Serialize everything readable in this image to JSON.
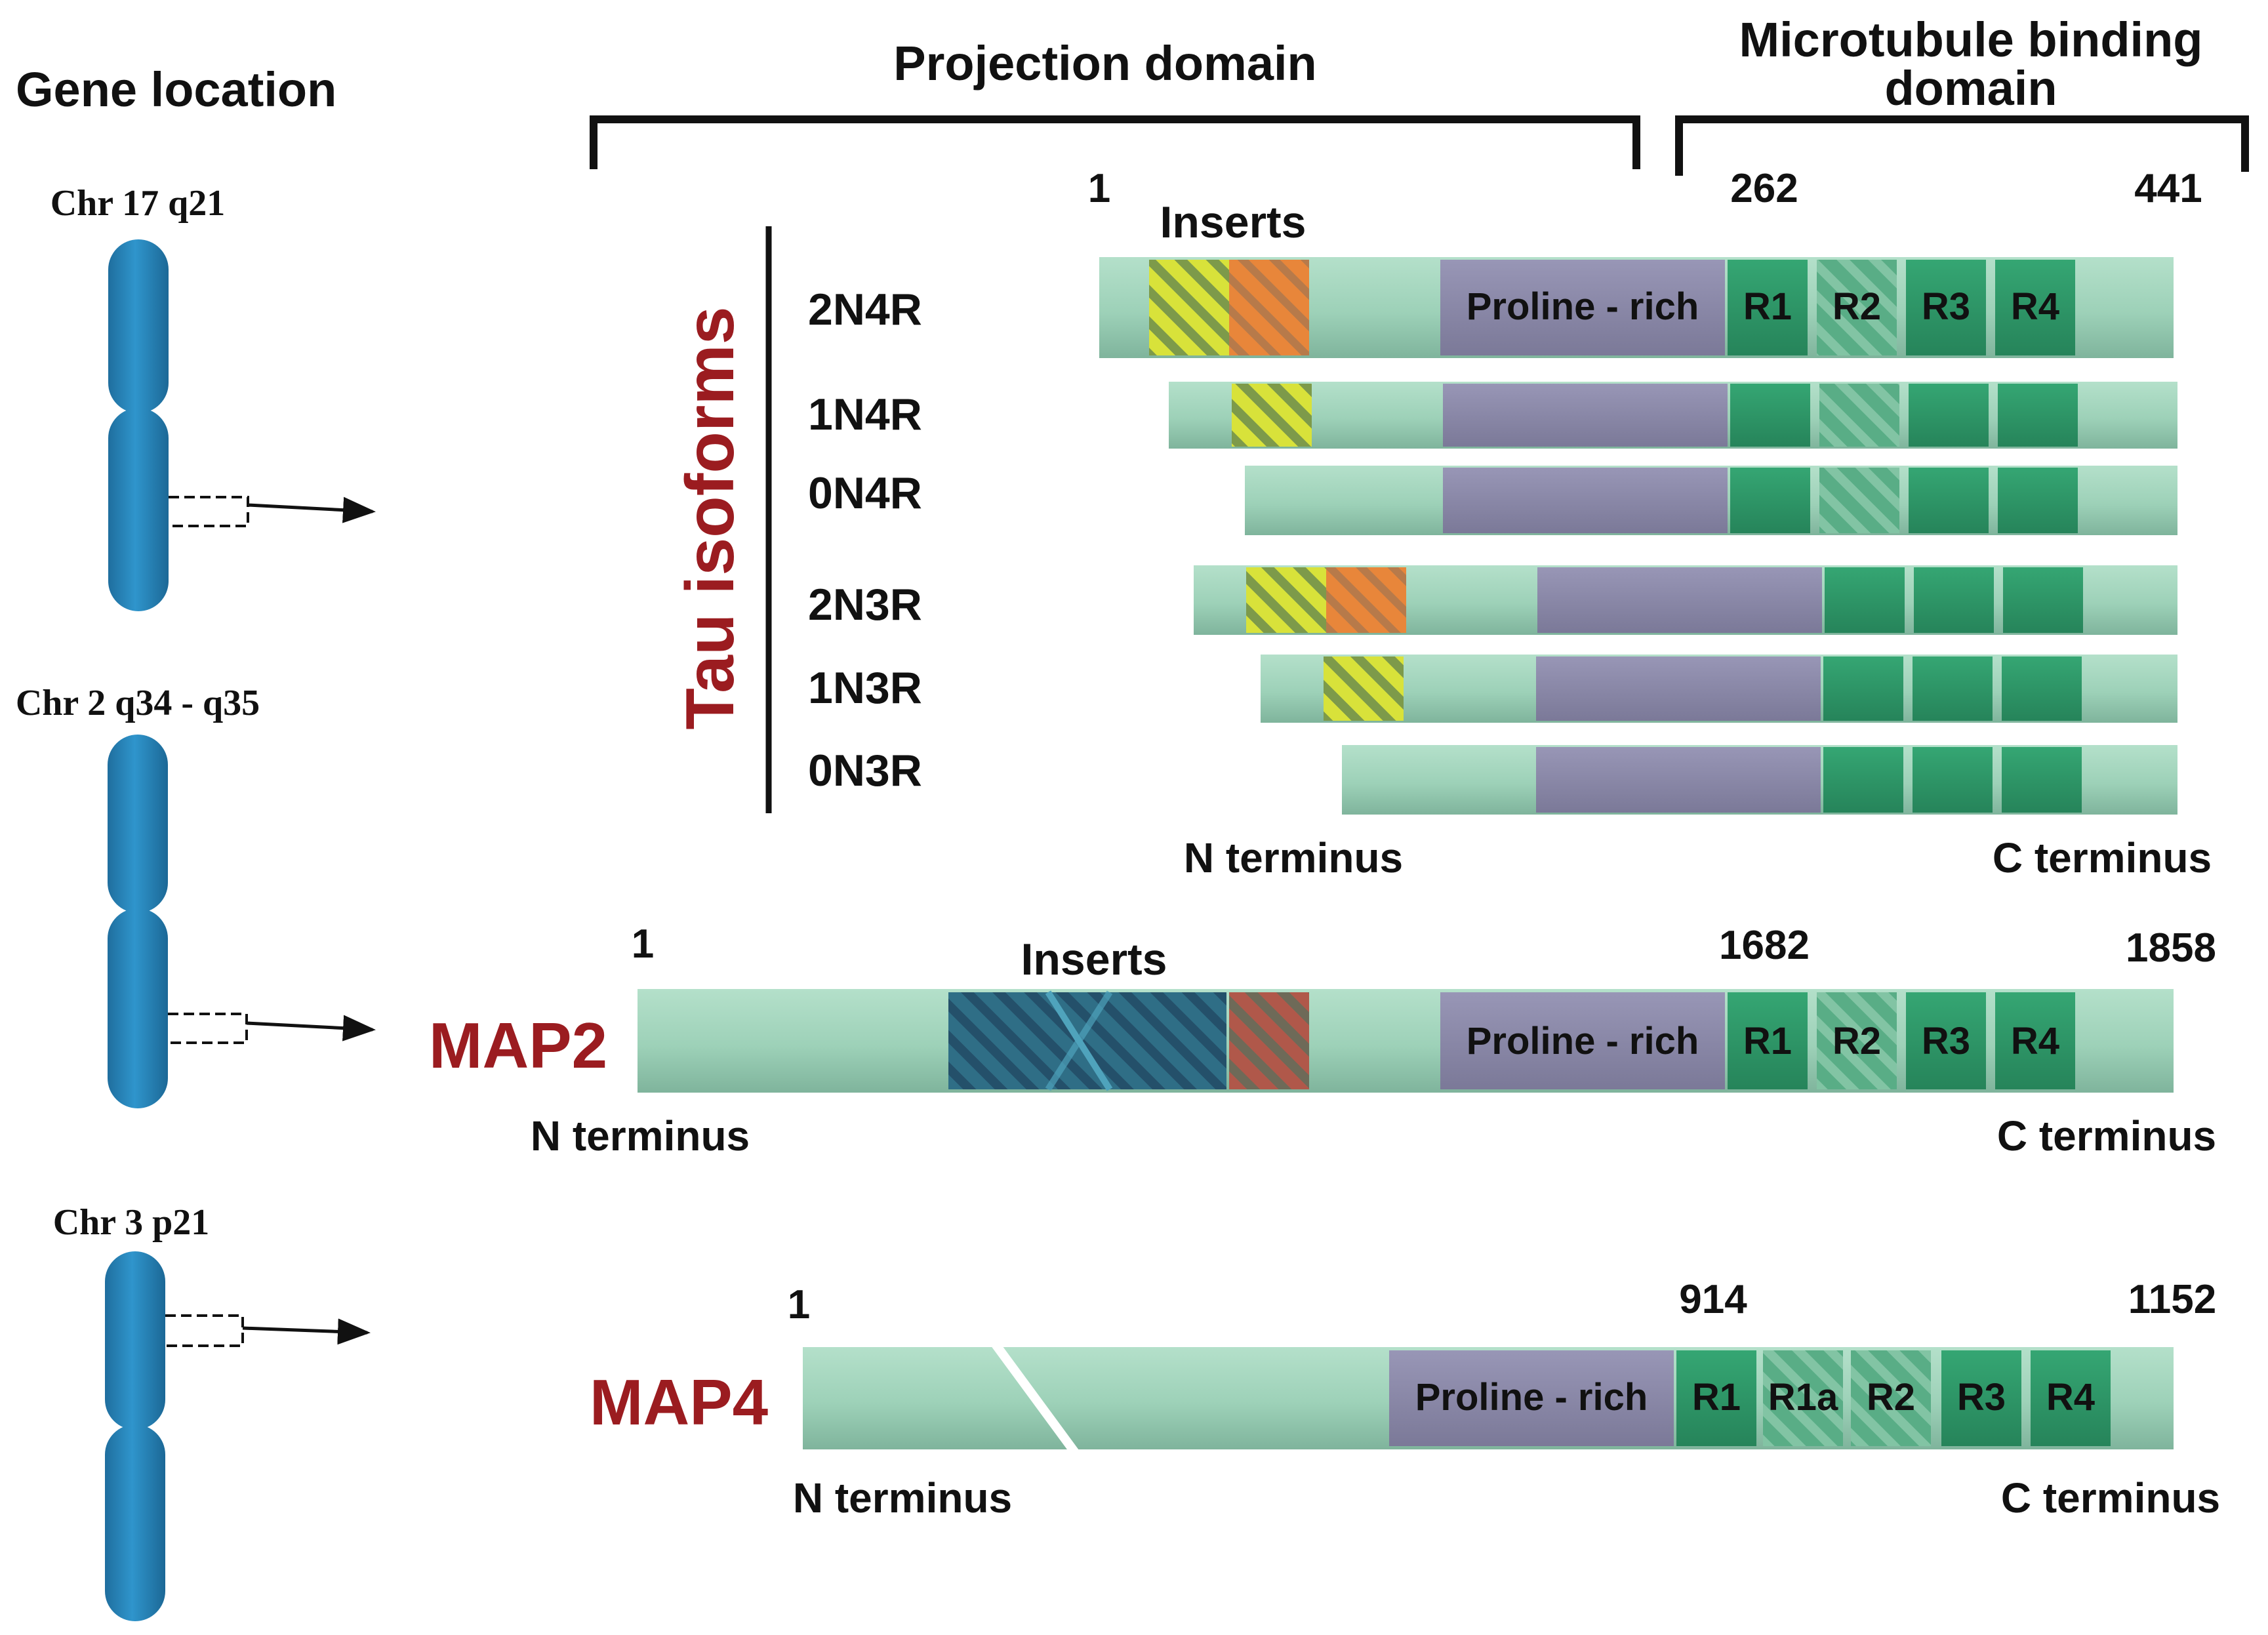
{
  "headers": {
    "gene_location": "Gene location",
    "projection_domain": "Projection domain",
    "mt_binding_line1": "Microtubule binding",
    "mt_binding_line2": "domain"
  },
  "chromosomes": [
    {
      "label": "Chr 17 q21"
    },
    {
      "label": "Chr 2 q34 - q35"
    },
    {
      "label": "Chr 3 p21"
    }
  ],
  "tau": {
    "title": "Tau isoforms",
    "num_start": "1",
    "num_mtbd": "262",
    "num_end": "441",
    "inserts_label": "Inserts",
    "proline_label": "Proline - rich",
    "repeat_labels": [
      "R1",
      "R2",
      "R3",
      "R4"
    ],
    "isoforms": [
      {
        "name": "2N4R"
      },
      {
        "name": "1N4R"
      },
      {
        "name": "0N4R"
      },
      {
        "name": "2N3R"
      },
      {
        "name": "1N3R"
      },
      {
        "name": "0N3R"
      }
    ],
    "n_terminus": "N terminus",
    "c_terminus": "C terminus"
  },
  "map2": {
    "title": "MAP2",
    "num_start": "1",
    "num_mtbd": "1682",
    "num_end": "1858",
    "inserts_label": "Inserts",
    "proline_label": "Proline - rich",
    "repeat_labels": [
      "R1",
      "R2",
      "R3",
      "R4"
    ],
    "n_terminus": "N terminus",
    "c_terminus": "C terminus"
  },
  "map4": {
    "title": "MAP4",
    "num_start": "1",
    "num_mtbd": "914",
    "num_end": "1152",
    "proline_label": "Proline - rich",
    "repeat_labels": [
      "R1",
      "R1a",
      "R2",
      "R3",
      "R4"
    ],
    "n_terminus": "N terminus",
    "c_terminus": "C terminus"
  },
  "colors": {
    "backbone": "#a3d6bd",
    "proline": "#8a88a8",
    "repeat": "#2f9a68",
    "insert_yellow": "#d8e23a",
    "insert_orange": "#e8863a",
    "insert_blue": "#2f6e86",
    "insert_red": "#b0584a",
    "chromosome": "#2a8cc4",
    "protein_title": "#9b1c20"
  }
}
